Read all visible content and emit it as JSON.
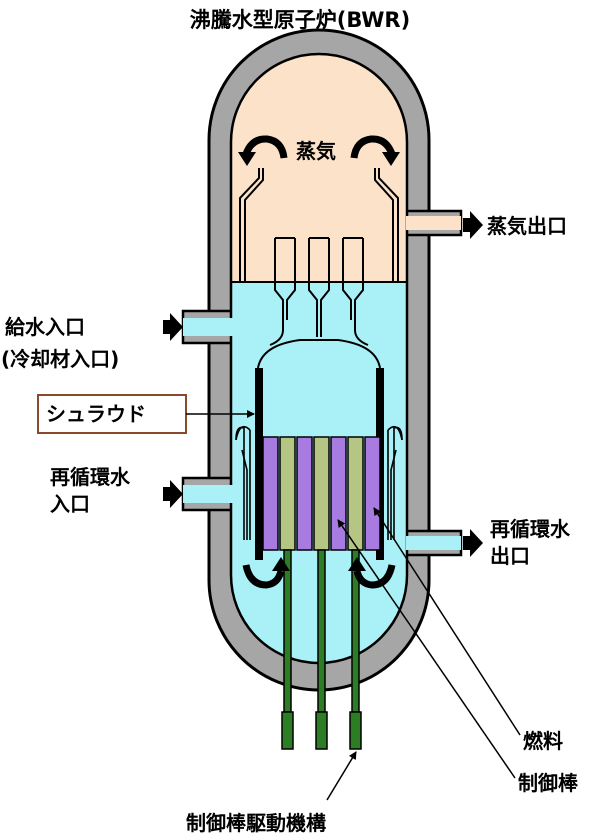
{
  "title": "沸騰水型原子炉(BWR)",
  "labels": {
    "steam": "蒸気",
    "steam_outlet": "蒸気出口",
    "feedwater_inlet": "給水入口",
    "feedwater_note": "(冷却材入口)",
    "shroud": "シュラウド",
    "recirc_inlet_1": "再循環水",
    "recirc_inlet_2": "入口",
    "recirc_outlet_1": "再循環水",
    "recirc_outlet_2": "出口",
    "fuel": "燃料",
    "control_rod": "制御棒",
    "crd_mechanism": "制御棒駆動機構"
  },
  "colors": {
    "vessel_wall": "#a6a6a6",
    "steam_region": "#fbe2c9",
    "water_region": "#aaf1f7",
    "fuel": "#a87be0",
    "control_rod": "#b5c584",
    "drive_rod": "#2c7d24",
    "shroud_label_border": "#8b4a2b"
  }
}
